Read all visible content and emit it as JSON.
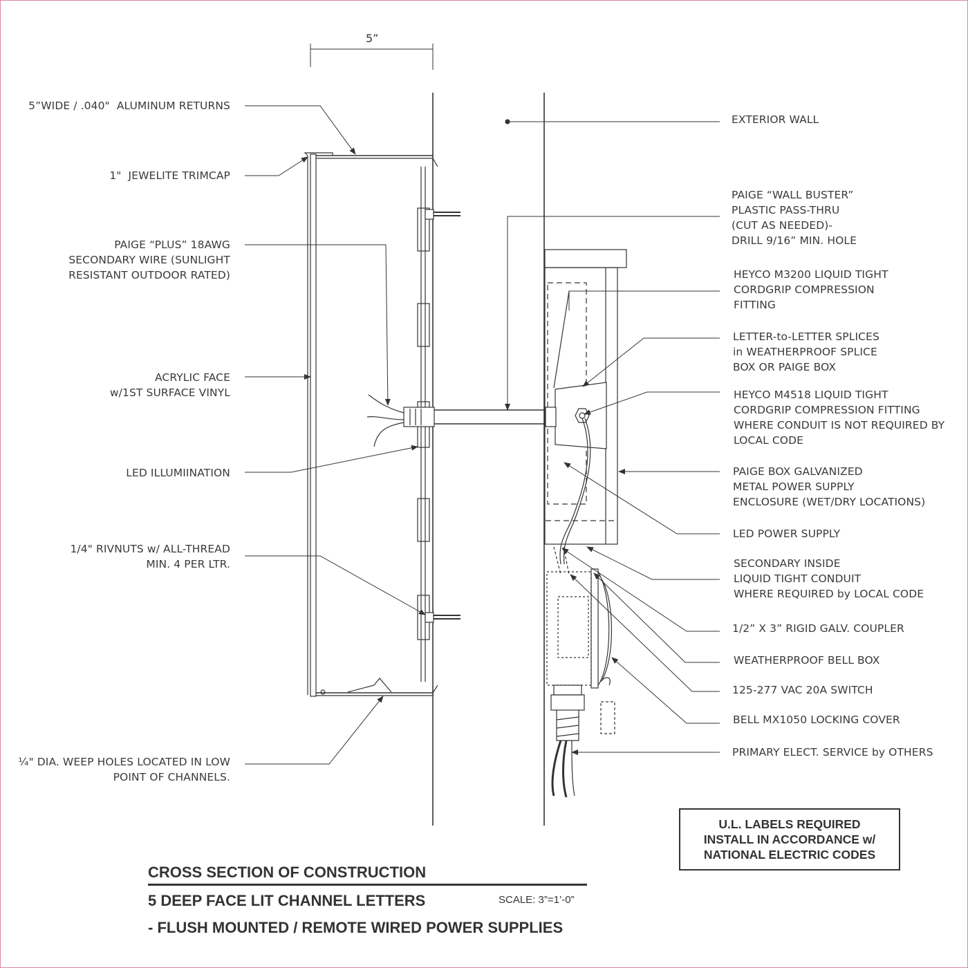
{
  "dimension": {
    "width_label": "5”"
  },
  "labels_left": {
    "returns": "5”WIDE / .040\"  ALUMINUM RETURNS",
    "trimcap": "1\"  JEWELITE TRIMCAP",
    "secondary_wire": "PAIGE “PLUS” 18AWG\nSECONDARY WIRE (SUNLIGHT\nRESISTANT OUTDOOR RATED)",
    "acrylic_face": "ACRYLIC FACE\nw/1ST SURFACE VINYL",
    "led": "LED ILLUMIINATION",
    "rivnuts": "1/4\" RIVNUTS w/ ALL-THREAD\nMIN. 4 PER LTR.",
    "weep_holes": "¼\" DIA. WEEP HOLES LOCATED IN LOW\nPOINT OF CHANNELS."
  },
  "labels_right": {
    "exterior_wall": "EXTERIOR WALL",
    "wall_buster": "PAIGE “WALL BUSTER”\nPLASTIC PASS-THRU\n(CUT AS NEEDED)-\nDRILL 9/16” MIN. HOLE",
    "m3200": "HEYCO M3200 LIQUID TIGHT\nCORDGRIP COMPRESSION\nFITTING",
    "splices": "LETTER-to-LETTER SPLICES\nin WEATHERPROOF SPLICE\nBOX OR PAIGE BOX",
    "m4518": "HEYCO M4518 LIQUID TIGHT\nCORDGRIP COMPRESSION FITTING\nWHERE CONDUIT IS NOT REQUIRED BY\nLOCAL CODE",
    "paige_box": "PAIGE BOX GALVANIZED\nMETAL POWER SUPPLY\nENCLOSURE (WET/DRY LOCATIONS)",
    "power_supply": "LED POWER SUPPLY",
    "conduit": "SECONDARY INSIDE\nLIQUID TIGHT CONDUIT\nWHERE REQUIRED by LOCAL CODE",
    "coupler": "1/2” X 3” RIGID GALV. COUPLER",
    "bell_box": "WEATHERPROOF BELL BOX",
    "switch": "125-277 VAC 20A SWITCH",
    "cover": "BELL MX1050 LOCKING COVER",
    "primary": "PRIMARY ELECT. SERVICE by OTHERS"
  },
  "ul_box": {
    "line1": "U.L. LABELS REQUIRED",
    "line2": "INSTALL IN ACCORDANCE w/",
    "line3": "NATIONAL ELECTRIC CODES"
  },
  "title_block": {
    "line1": "CROSS SECTION OF CONSTRUCTION",
    "line2": "5 DEEP FACE LIT CHANNEL LETTERS",
    "line3": "- FLUSH MOUNTED / REMOTE WIRED POWER SUPPLIES",
    "scale": "SCALE: 3”=1’-0”"
  }
}
